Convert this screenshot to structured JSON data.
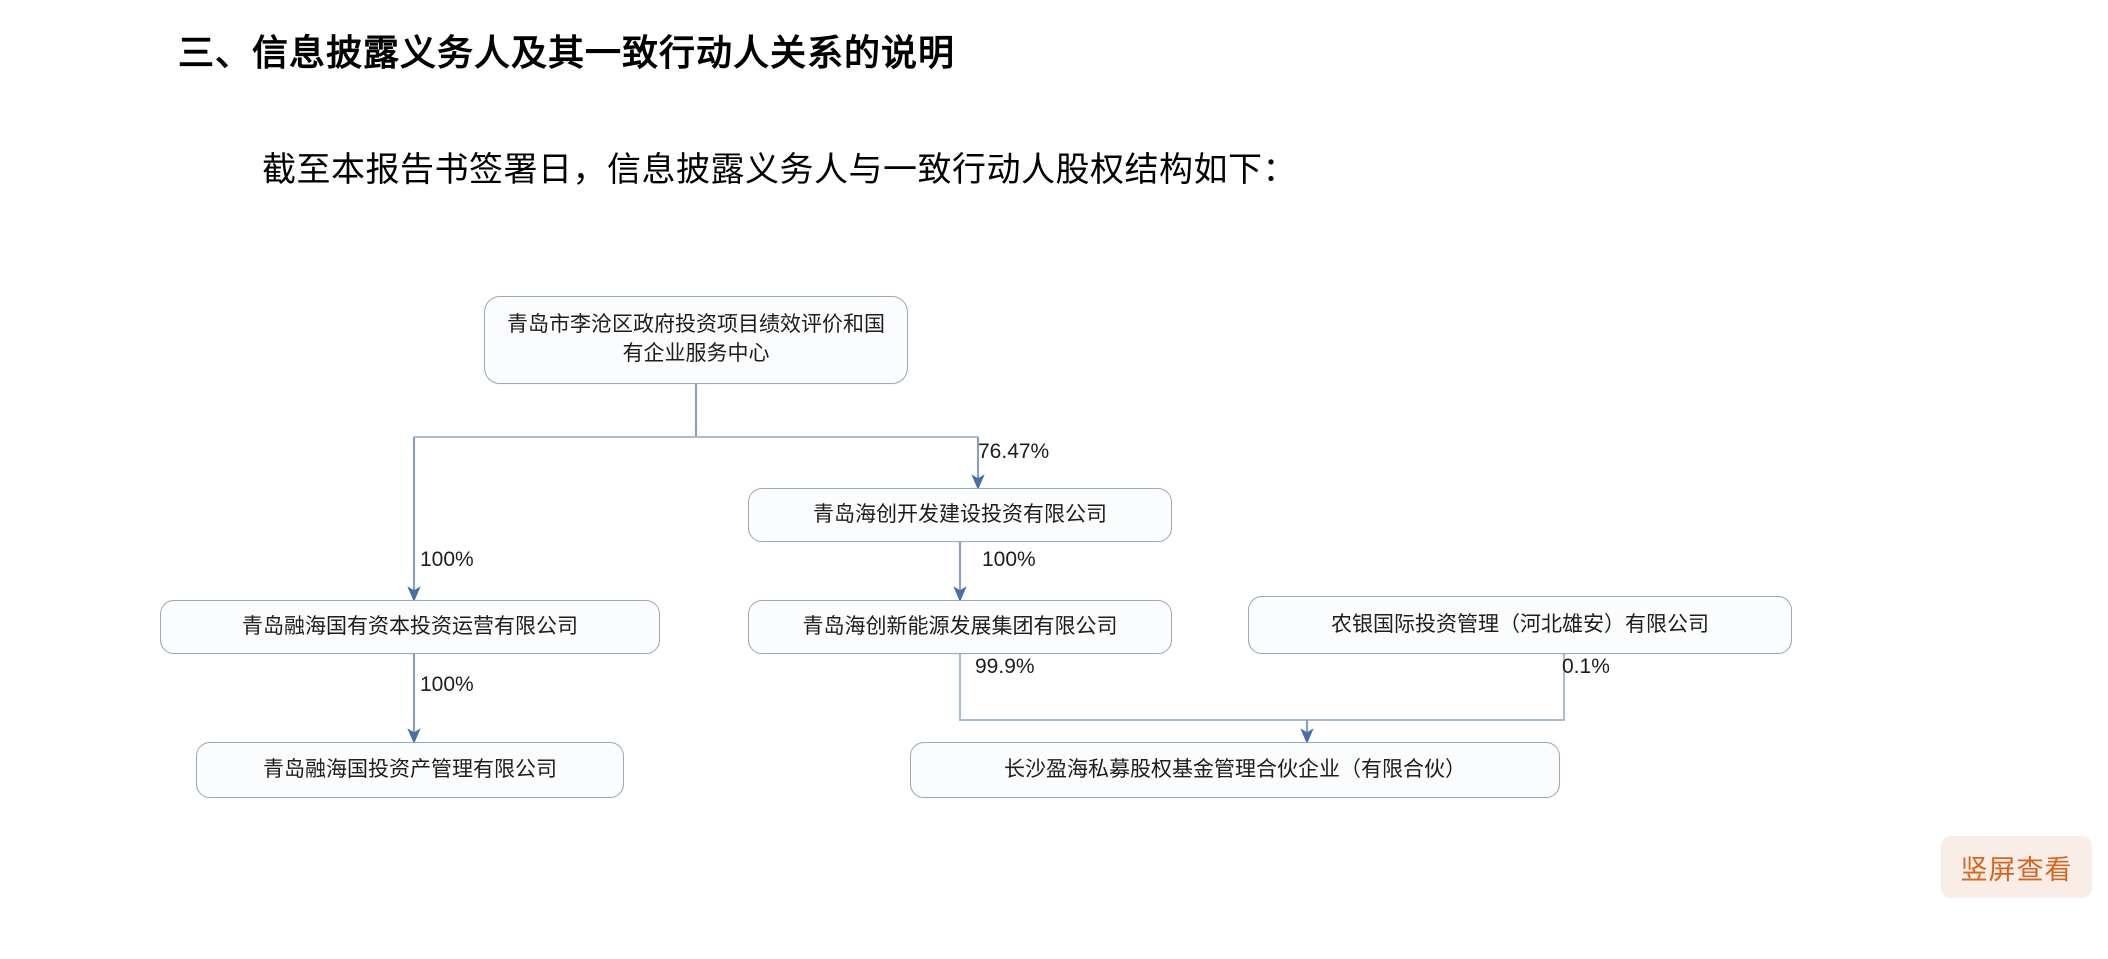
{
  "document": {
    "heading": "三、信息披露义务人及其一致行动人关系的说明",
    "paragraph": "截至本报告书签署日，信息披露义务人与一致行动人股权结构如下："
  },
  "diagram": {
    "type": "org-ownership-chart",
    "nodes": [
      {
        "id": "root",
        "label": "青岛市李沧区政府投资项目绩效评价和国有企业服务中心"
      },
      {
        "id": "haichuang",
        "label": "青岛海创开发建设投资有限公司"
      },
      {
        "id": "ronghai",
        "label": "青岛融海国有资本投资运营有限公司"
      },
      {
        "id": "xinnengyuan",
        "label": "青岛海创新能源发展集团有限公司"
      },
      {
        "id": "nongyin",
        "label": "农银国际投资管理（河北雄安）有限公司"
      },
      {
        "id": "guotou",
        "label": "青岛融海国投资产管理有限公司"
      },
      {
        "id": "changsha",
        "label": "长沙盈海私募股权基金管理合伙企业（有限合伙）"
      }
    ],
    "edges": [
      {
        "from": "root",
        "to": "ronghai",
        "label": "100%"
      },
      {
        "from": "root",
        "to": "haichuang",
        "label": "76.47%"
      },
      {
        "from": "haichuang",
        "to": "xinnengyuan",
        "label": "100%"
      },
      {
        "from": "ronghai",
        "to": "guotou",
        "label": "100%"
      },
      {
        "from": "xinnengyuan",
        "to": "changsha",
        "label": "99.9%"
      },
      {
        "from": "nongyin",
        "to": "changsha",
        "label": "0.1%"
      }
    ],
    "colors": {
      "node_border": "#9aa7b5",
      "node_fill": "#fbfcfd",
      "connector": "#7f93ad"
    }
  },
  "overlay": {
    "portrait_button_label": "竖屏查看",
    "portrait_button_color": "#d9641e",
    "portrait_button_background": "#f9eee7"
  }
}
